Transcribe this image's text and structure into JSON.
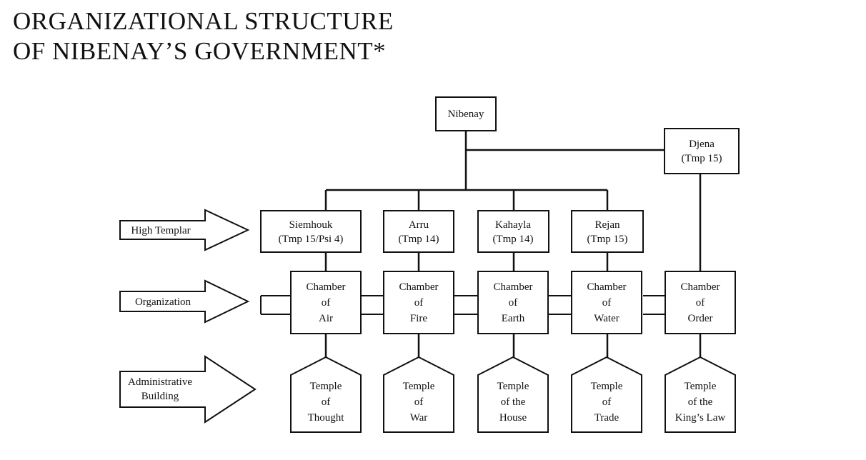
{
  "title": {
    "line1": "ORGANIZATIONAL STRUCTURE",
    "line2": "OF NIBENAY’S GOVERNMENT*"
  },
  "corner_text": "…)  ",
  "ruler": [
    "Nibenay"
  ],
  "djena": [
    "Djena",
    "(Tmp 15)"
  ],
  "arrows": [
    {
      "id": "high-templar",
      "lines": [
        "High Templar"
      ]
    },
    {
      "id": "organization",
      "lines": [
        "Organization"
      ]
    },
    {
      "id": "administrative-building",
      "lines": [
        "Administrative",
        "Building"
      ]
    }
  ],
  "templars": [
    [
      "Siemhouk",
      "(Tmp 15/Psi 4)"
    ],
    [
      "Arru",
      "(Tmp 14)"
    ],
    [
      "Kahayla",
      "(Tmp 14)"
    ],
    [
      "Rejan",
      "(Tmp 15)"
    ]
  ],
  "chambers": [
    [
      "Chamber",
      "of",
      "Air"
    ],
    [
      "Chamber",
      "of",
      "Fire"
    ],
    [
      "Chamber",
      "of",
      "Earth"
    ],
    [
      "Chamber",
      "of",
      "Water"
    ],
    [
      "Chamber",
      "of",
      "Order"
    ]
  ],
  "temples": [
    [
      "Temple",
      "of",
      "Thought"
    ],
    [
      "Temple",
      "of",
      "War"
    ],
    [
      "Temple",
      "of the",
      "House"
    ],
    [
      "Temple",
      "of",
      "Trade"
    ],
    [
      "Temple",
      "of the",
      "King’s Law"
    ]
  ]
}
